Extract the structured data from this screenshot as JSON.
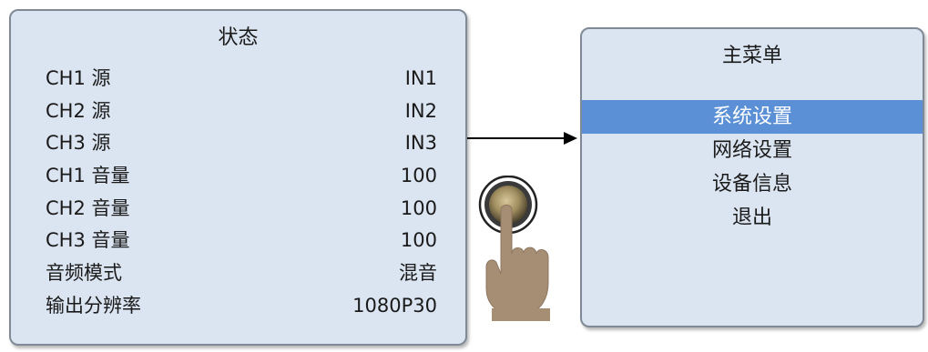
{
  "status_panel": {
    "title": "状态",
    "rows": [
      {
        "label": "CH1 源",
        "value": "IN1"
      },
      {
        "label": "CH2 源",
        "value": "IN2"
      },
      {
        "label": "CH3 源",
        "value": "IN3"
      },
      {
        "label": "CH1 音量",
        "value": "100"
      },
      {
        "label": "CH2 音量",
        "value": "100"
      },
      {
        "label": "CH3 音量",
        "value": "100"
      },
      {
        "label": "音频模式",
        "value": "混音"
      },
      {
        "label": "输出分辨率",
        "value": "1080P30"
      }
    ]
  },
  "main_menu": {
    "title": "主菜单",
    "items": [
      {
        "label": "系统设置",
        "selected": true
      },
      {
        "label": "网络设置",
        "selected": false
      },
      {
        "label": "设备信息",
        "selected": false
      },
      {
        "label": "退出",
        "selected": false
      }
    ],
    "highlight_color": "#5b8fd6"
  },
  "connector": {
    "icon": "arrow-right-icon"
  },
  "action": {
    "icon": "finger-press-knob-icon"
  },
  "colors": {
    "panel_bg": "#dbe4f1",
    "panel_border": "#7f8a96",
    "text": "#1a1a1a"
  }
}
